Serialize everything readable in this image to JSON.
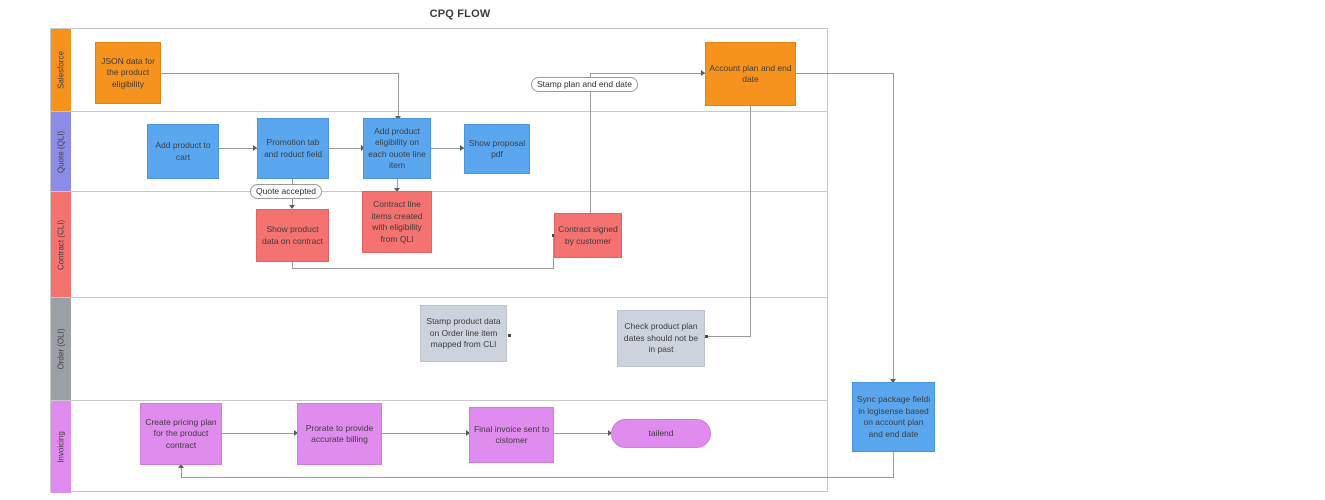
{
  "title": "CPQ FLOW",
  "colors": {
    "salesforce": "#F6921E",
    "quote": "#8C8CE8",
    "contract": "#F4726F",
    "order": "#9AA0A6",
    "invoicing": "#E08BEE",
    "node_blue": "#5BA7EF",
    "node_gray": "#CCD3DC",
    "connector": "#9A9A9A"
  },
  "lanes": [
    {
      "label": "Salesforce",
      "color": "#F6921E"
    },
    {
      "label": "Quote (QLI)",
      "color": "#8C8CE8"
    },
    {
      "label": "Contract (CLI)",
      "color": "#F4726F"
    },
    {
      "label": "Order (OLI)",
      "color": "#9AA0A6"
    },
    {
      "label": "Invoicing",
      "color": "#E08BEE"
    }
  ],
  "nodes": [
    {
      "id": "json-data",
      "lane": "Salesforce",
      "shape": "rect",
      "color": "#F6921E",
      "label": "JSON data for the product eligibility"
    },
    {
      "id": "account-plan",
      "lane": "Salesforce",
      "shape": "rect",
      "color": "#F6921E",
      "label": "Account plan and end date"
    },
    {
      "id": "add-product-cart",
      "lane": "Quote (QLI)",
      "shape": "rect",
      "color": "#5BA7EF",
      "label": "Add product to cart"
    },
    {
      "id": "promotion-tab",
      "lane": "Quote (QLI)",
      "shape": "rect",
      "color": "#5BA7EF",
      "label": "Promotion tab and roduct field"
    },
    {
      "id": "add-product-elig",
      "lane": "Quote (QLI)",
      "shape": "rect",
      "color": "#5BA7EF",
      "label": "Add product eligibility on each ouote line item"
    },
    {
      "id": "show-proposal-pdf",
      "lane": "Quote (QLI)",
      "shape": "rect",
      "color": "#5BA7EF",
      "label": "Show proposal pdf"
    },
    {
      "id": "show-product-data",
      "lane": "Contract (CLI)",
      "shape": "rect",
      "color": "#F4726F",
      "label": "Show product data on contract"
    },
    {
      "id": "contract-line-items",
      "lane": "Contract (CLI)",
      "shape": "rect",
      "color": "#F4726F",
      "label": "Contract line items created with eligibility from QLI"
    },
    {
      "id": "contract-signed",
      "lane": "Contract (CLI)",
      "shape": "rect",
      "color": "#F4726F",
      "label": "Contract signed by customer"
    },
    {
      "id": "stamp-product-data",
      "lane": "Order (OLI)",
      "shape": "rect",
      "color": "#CCD3DC",
      "label": "Stamp product data  on Order line item mapped from CLI"
    },
    {
      "id": "check-plan-dates",
      "lane": "Order (OLI)",
      "shape": "rect",
      "color": "#CCD3DC",
      "label": "Check product plan dates should not be in past"
    },
    {
      "id": "create-pricing-plan",
      "lane": "Invoicing",
      "shape": "rect",
      "color": "#E08BEE",
      "label": "Create pricing plan for the product contract"
    },
    {
      "id": "prorate-billing",
      "lane": "Invoicing",
      "shape": "rect",
      "color": "#E08BEE",
      "label": "Prorate to provide accurate billing"
    },
    {
      "id": "final-invoice",
      "lane": "Invoicing",
      "shape": "rect",
      "color": "#E08BEE",
      "label": "Final invoice sent to cistomer"
    },
    {
      "id": "tailend",
      "lane": "Invoicing",
      "shape": "oval",
      "color": "#E08BEE",
      "label": "tailend"
    },
    {
      "id": "sync-package",
      "lane": "outside",
      "shape": "rect",
      "color": "#5BA7EF",
      "label": "Sync package fieldi in logisense based on account plan and end date"
    }
  ],
  "edge_labels": [
    {
      "id": "stamp-plan-end-date",
      "label": "Stamp plan and end date"
    },
    {
      "id": "quote-accepted",
      "label": "Quote accepted"
    }
  ],
  "edges": [
    {
      "from": "json-data",
      "to": "add-product-elig"
    },
    {
      "from": "add-product-cart",
      "to": "promotion-tab"
    },
    {
      "from": "promotion-tab",
      "to": "add-product-elig"
    },
    {
      "from": "add-product-elig",
      "to": "show-proposal-pdf"
    },
    {
      "from": "add-product-elig",
      "to": "contract-line-items"
    },
    {
      "from": "promotion-tab",
      "to": "show-product-data",
      "label": "Quote accepted"
    },
    {
      "from": "show-product-data",
      "to": "contract-signed"
    },
    {
      "from": "contract-signed",
      "to": "account-plan",
      "label": "Stamp plan and end date"
    },
    {
      "from": "account-plan",
      "to": "check-plan-dates"
    },
    {
      "from": "account-plan",
      "to": "sync-package"
    },
    {
      "from": "sync-package",
      "to": "create-pricing-plan"
    },
    {
      "from": "create-pricing-plan",
      "to": "prorate-billing"
    },
    {
      "from": "prorate-billing",
      "to": "final-invoice"
    },
    {
      "from": "final-invoice",
      "to": "tailend"
    }
  ]
}
